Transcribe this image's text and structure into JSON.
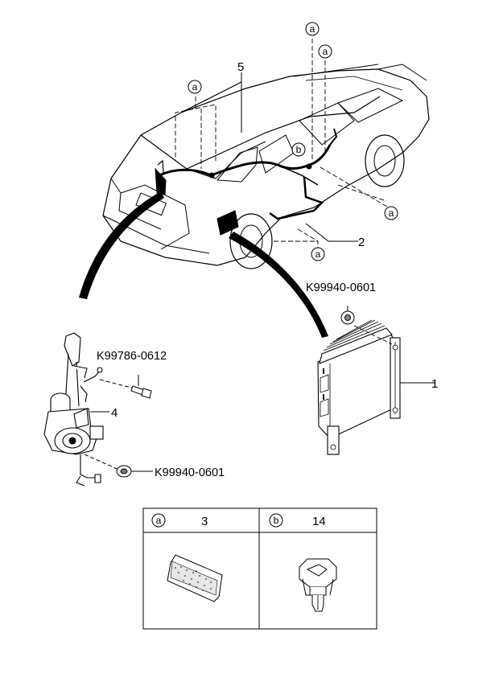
{
  "callouts": {
    "wiring_harness": "5",
    "cable": "2",
    "amplifier": "1",
    "antenna_motor": "4"
  },
  "part_numbers": {
    "nut_amplifier": "K99940-0601",
    "bolt_antenna": "K99786-0612",
    "nut_antenna": "K99940-0601"
  },
  "ref_markers": {
    "a": "a",
    "b": "b"
  },
  "legend": {
    "left_marker": "a",
    "left_part": "3",
    "right_marker": "b",
    "right_part": "14"
  },
  "colors": {
    "line": "#000000",
    "background": "#ffffff",
    "pad_fill": "#d8d8d8"
  }
}
